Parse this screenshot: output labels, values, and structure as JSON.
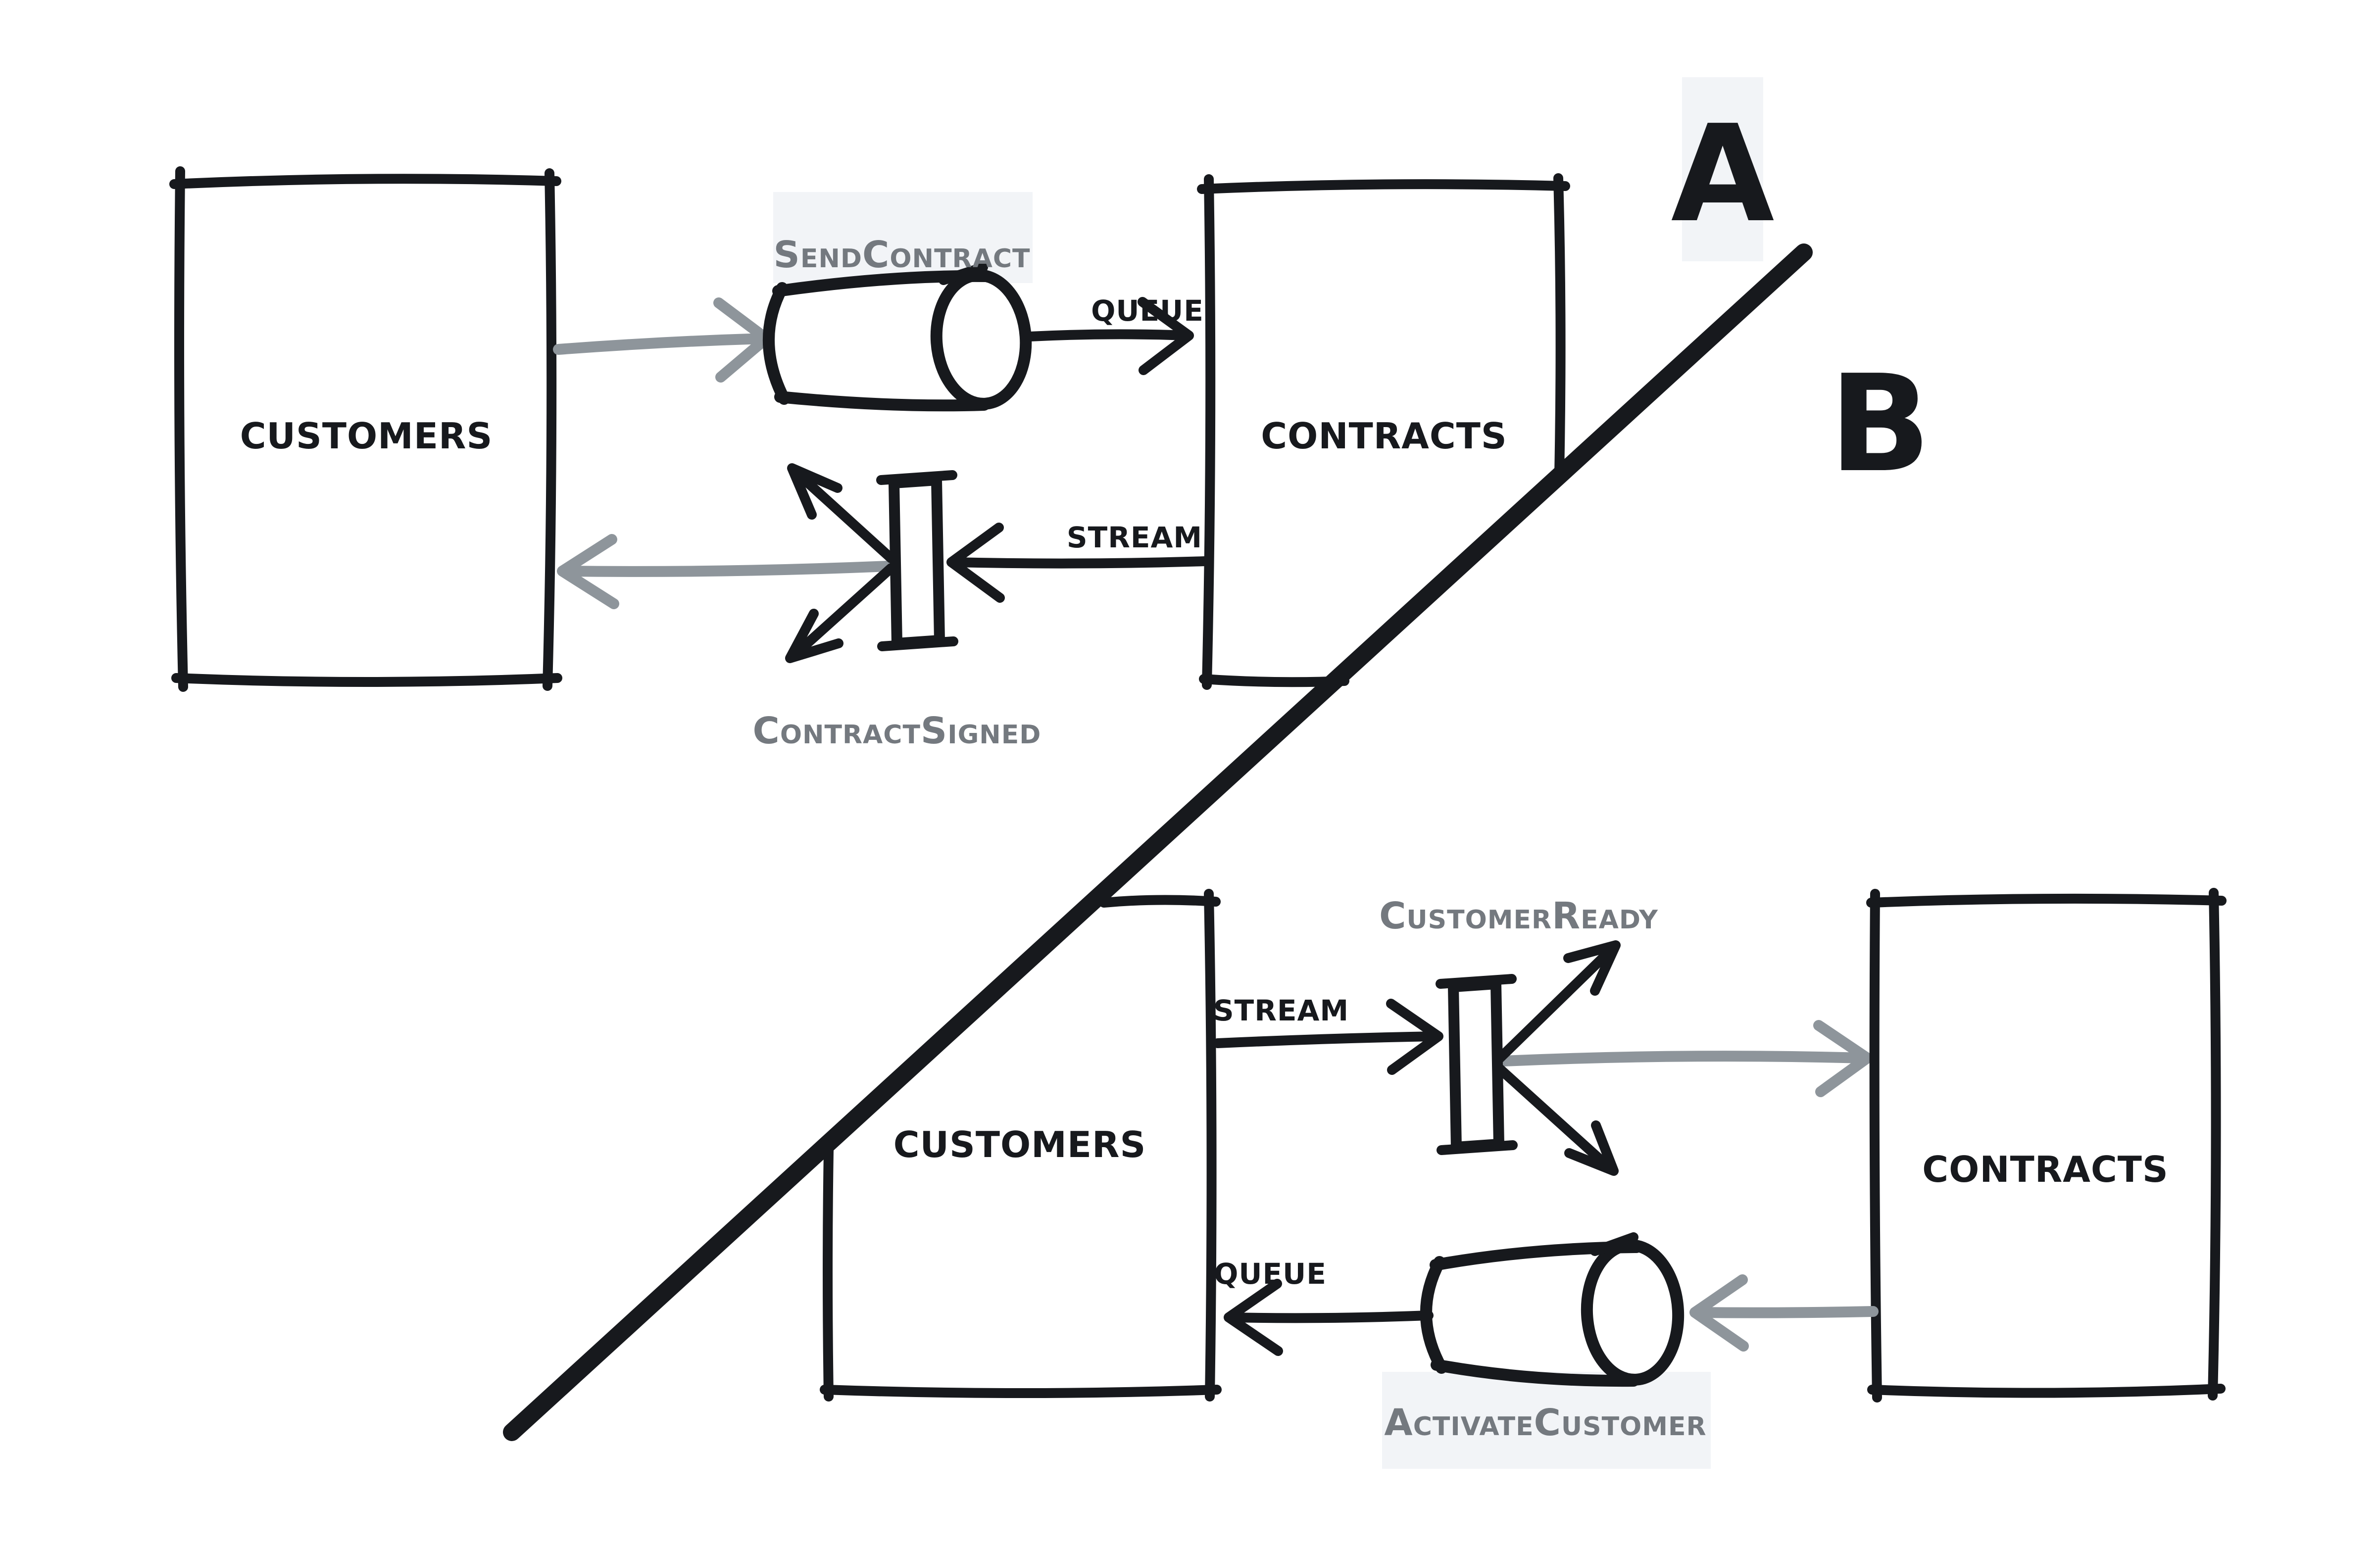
{
  "colors": {
    "ink": "#17191d",
    "muted_arrow": "#8e959b",
    "muted_label": "#74797f",
    "highlight": "#f2f4f7",
    "background": "#ffffff"
  },
  "partition": {
    "left_label": "A",
    "right_label": "B"
  },
  "section_a": {
    "label": "A",
    "producer": "CUSTOMERS",
    "consumer": "CONTRACTS",
    "queue_event": "SendContract",
    "queue_channel": "QUEUE",
    "stream_event": "ContractSigned",
    "stream_channel": "STREAM"
  },
  "section_b": {
    "label": "B",
    "producer": "CUSTOMERS",
    "consumer": "CONTRACTS",
    "stream_event": "CustomerReady",
    "stream_channel": "STREAM",
    "queue_event": "ActivateCustomer",
    "queue_channel": "QUEUE"
  }
}
